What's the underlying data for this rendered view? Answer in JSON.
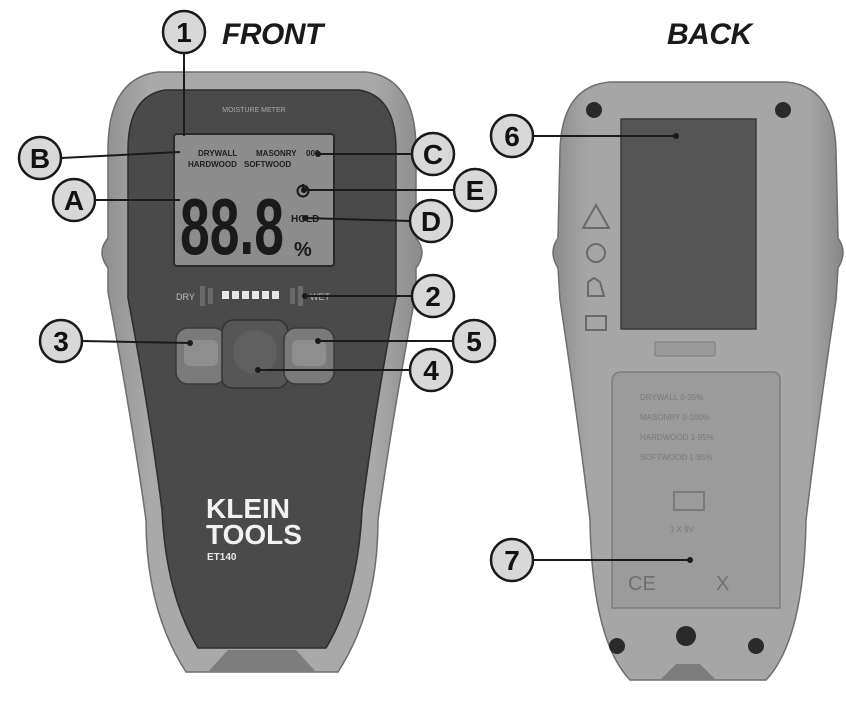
{
  "front": {
    "title": "FRONT",
    "faceplate": "MOISTURE METER",
    "lcd": {
      "material_top_left": "DRYWALL",
      "material_top_right": "MASONRY",
      "material_bottom_left": "HARDWOOD",
      "material_bottom_right": "SOFTWOOD",
      "indicator_c": "000",
      "digits": "88.8",
      "hold": "HOLD",
      "percent": "%"
    },
    "bar_left": "DRY",
    "bar_right": "WET",
    "brand_line1": "KLEIN",
    "brand_line2": "TOOLS",
    "model": "ET140"
  },
  "back": {
    "title": "BACK",
    "materials": [
      "DRYWALL  0-35%",
      "MASONRY  0-100%",
      "HARDWOOD  1-95%",
      "SOFTWOOD  1-95%"
    ],
    "battery": "1 X 9V",
    "ce_mark": "CE",
    "weee_mark": "X"
  },
  "callouts": [
    {
      "id": "n1",
      "text": "1"
    },
    {
      "id": "b",
      "text": "B"
    },
    {
      "id": "a",
      "text": "A"
    },
    {
      "id": "c",
      "text": "C"
    },
    {
      "id": "e",
      "text": "E"
    },
    {
      "id": "d",
      "text": "D"
    },
    {
      "id": "n2",
      "text": "2"
    },
    {
      "id": "n3",
      "text": "3"
    },
    {
      "id": "n5",
      "text": "5"
    },
    {
      "id": "n4",
      "text": "4"
    },
    {
      "id": "n6",
      "text": "6"
    },
    {
      "id": "n7",
      "text": "7"
    }
  ]
}
